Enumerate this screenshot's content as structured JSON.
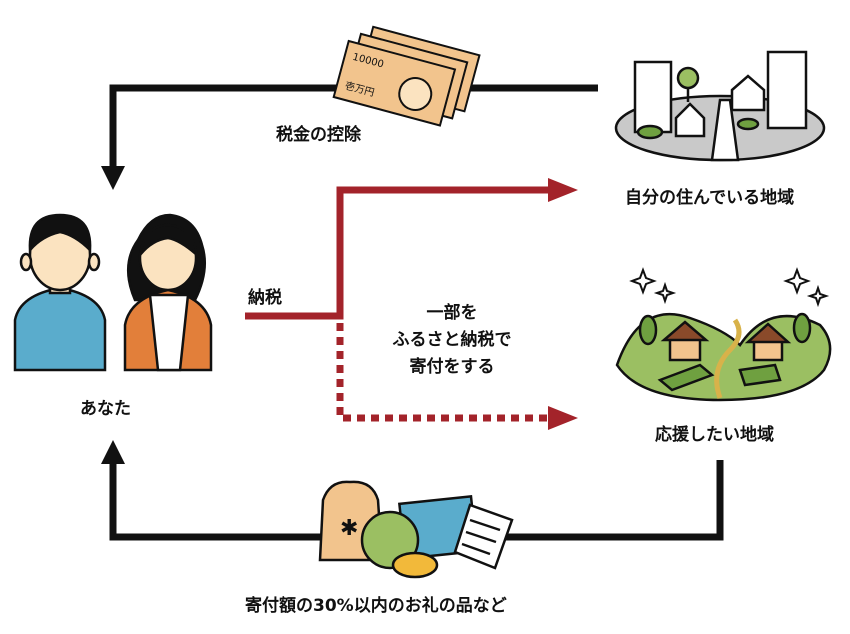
{
  "labels": {
    "tax_deduction": "税金の控除",
    "home_region": "自分の住んでいる地域",
    "tax_payment": "納税",
    "donation_line1": "一部を",
    "donation_line2": "ふるさと納税で",
    "donation_line3": "寄付をする",
    "support_region": "応援したい地域",
    "you": "あなた",
    "gifts": "寄付額の30%以内のお礼の品など"
  },
  "banknote": {
    "value": "10000",
    "denomination": "壱万円"
  },
  "colors": {
    "arrow_black": "#111111",
    "arrow_red": "#a3232a",
    "person1_shirt": "#5aaccc",
    "person2_shirt": "#e27f3a",
    "ground": "#c9c9c9",
    "hill": "#9bbf62"
  }
}
